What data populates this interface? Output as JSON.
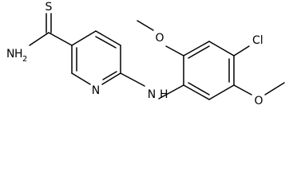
{
  "molecule": {
    "atoms": {
      "s": "S",
      "nh2_n": "N",
      "nh2_h": "H",
      "nh2_sub": "2",
      "ring_n": "N",
      "nh_n": "N",
      "nh_h": "H",
      "o_top": "O",
      "o_bottom": "O",
      "cl": "Cl"
    }
  }
}
